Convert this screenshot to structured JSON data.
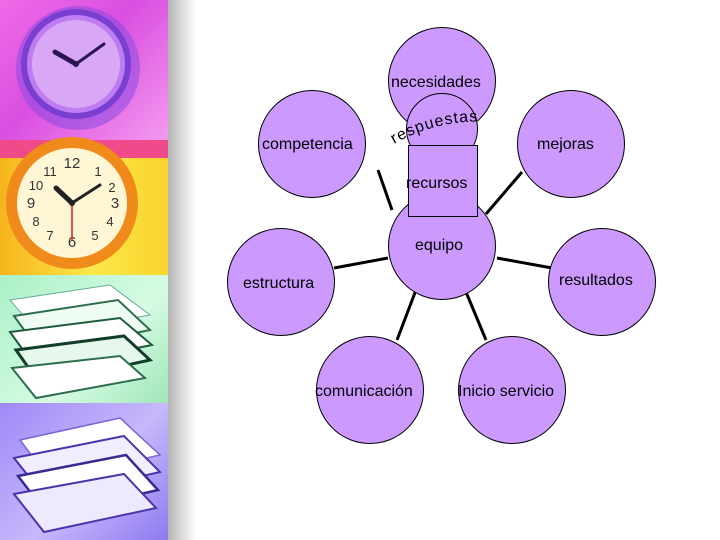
{
  "diagram": {
    "nodes": {
      "necesidades": "necesidades",
      "respuestas": "respuestas",
      "recursos": "recursos",
      "equipo": "equipo",
      "competencia": "competencia",
      "mejoras": "mejoras",
      "estructura": "estructura",
      "resultados": "resultados",
      "comunicacion": "comunicación",
      "inicio_servicio": "Inicio servicio"
    },
    "colors": {
      "node_fill": "#cc99ff",
      "stroke": "#000000"
    }
  },
  "decoration": {
    "icons": [
      "clock-icon",
      "clock-icon",
      "paper-stack-icon",
      "paper-stack-icon"
    ],
    "clock_numbers": [
      "12",
      "1",
      "2",
      "3",
      "4",
      "5",
      "6",
      "7",
      "8",
      "9",
      "10",
      "11"
    ]
  }
}
